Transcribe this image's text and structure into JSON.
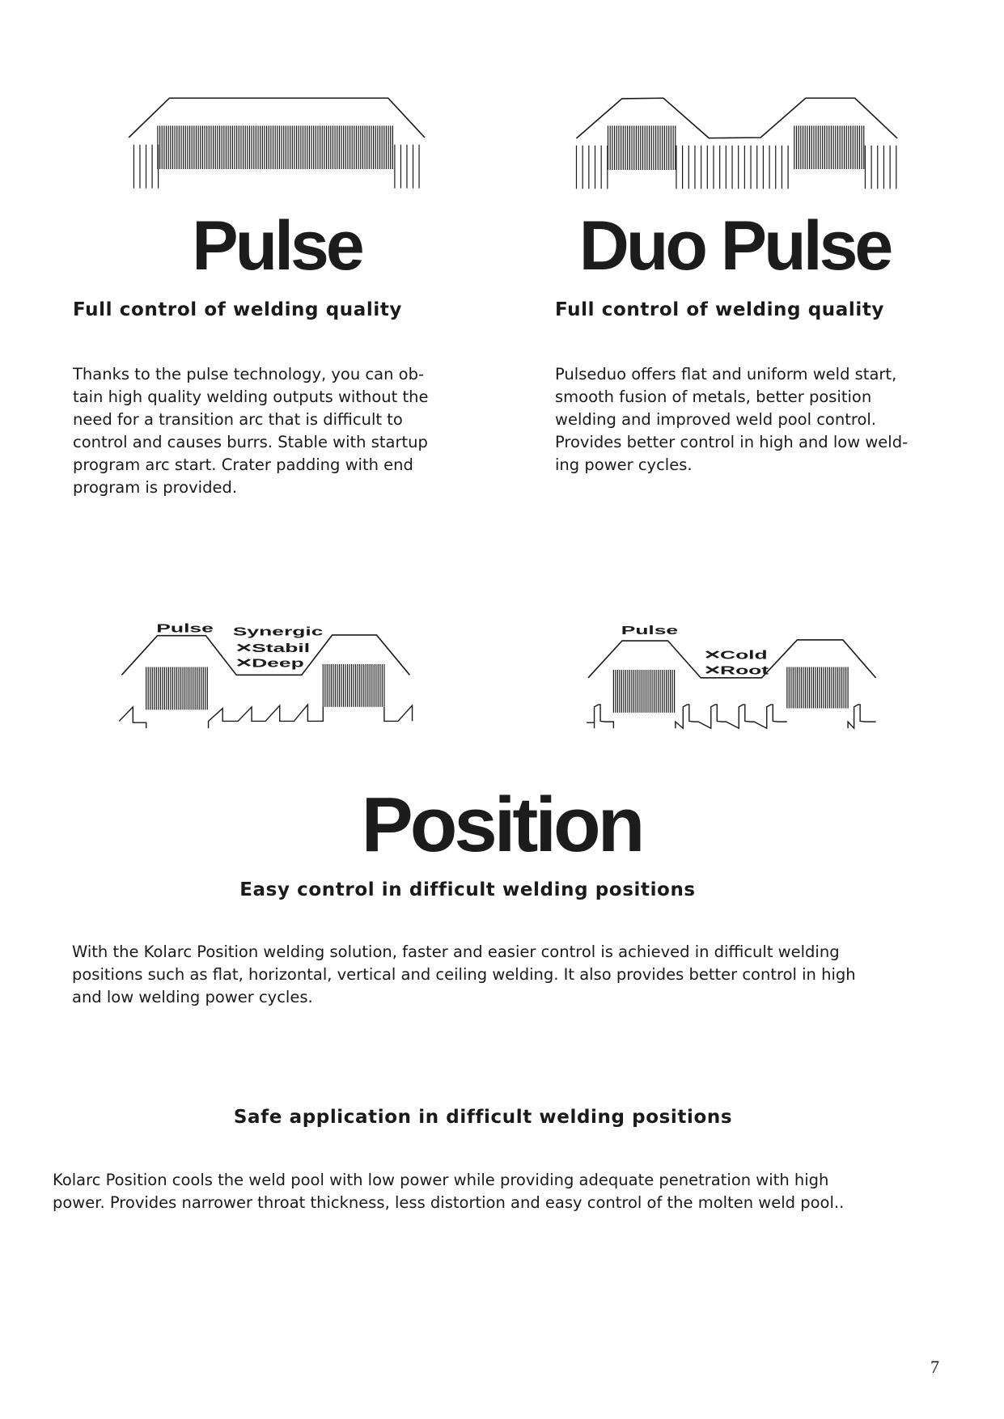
{
  "pulse": {
    "title": "Pulse",
    "subtitle": "Full control of welding quality",
    "lines": [
      "Thanks to the pulse technology, you can ob-",
      "tain high quality welding outputs without the",
      "need for a transition arc that is difficult to",
      "control and causes burrs. Stable with startup",
      "program arc start. Crater padding with end",
      "program is provided."
    ]
  },
  "duo_pulse": {
    "title": "Duo Pulse",
    "subtitle": "Full control of welding quality",
    "lines": [
      "Pulseduo offers flat and uniform weld start,",
      "smooth fusion of metals, better position",
      "welding and improved weld pool control.",
      "Provides better control in high and low weld-",
      "ing power cycles."
    ]
  },
  "diagram_left": {
    "pulse": "Pulse",
    "synergic": "Synergic",
    "stabil": "Stabil",
    "deep": "Deep"
  },
  "diagram_right": {
    "pulse": "Pulse",
    "cold": "Cold",
    "root": "Root"
  },
  "position": {
    "title": "Position",
    "subtitle1": "Easy control in difficult welding positions",
    "lines1": [
      "With the Kolarc Position welding solution, faster and easier control is achieved in difficult welding",
      "positions such as flat, horizontal, vertical and ceiling welding. It also provides better control in high",
      "and low welding power cycles."
    ],
    "subtitle2": "Safe application in difficult welding positions",
    "lines2": [
      "Kolarc Position cools the weld pool with low power while providing adequate penetration with high",
      "power. Provides narrower throat thickness, less distortion and easy control of the molten weld pool.."
    ]
  },
  "page_number": "7"
}
